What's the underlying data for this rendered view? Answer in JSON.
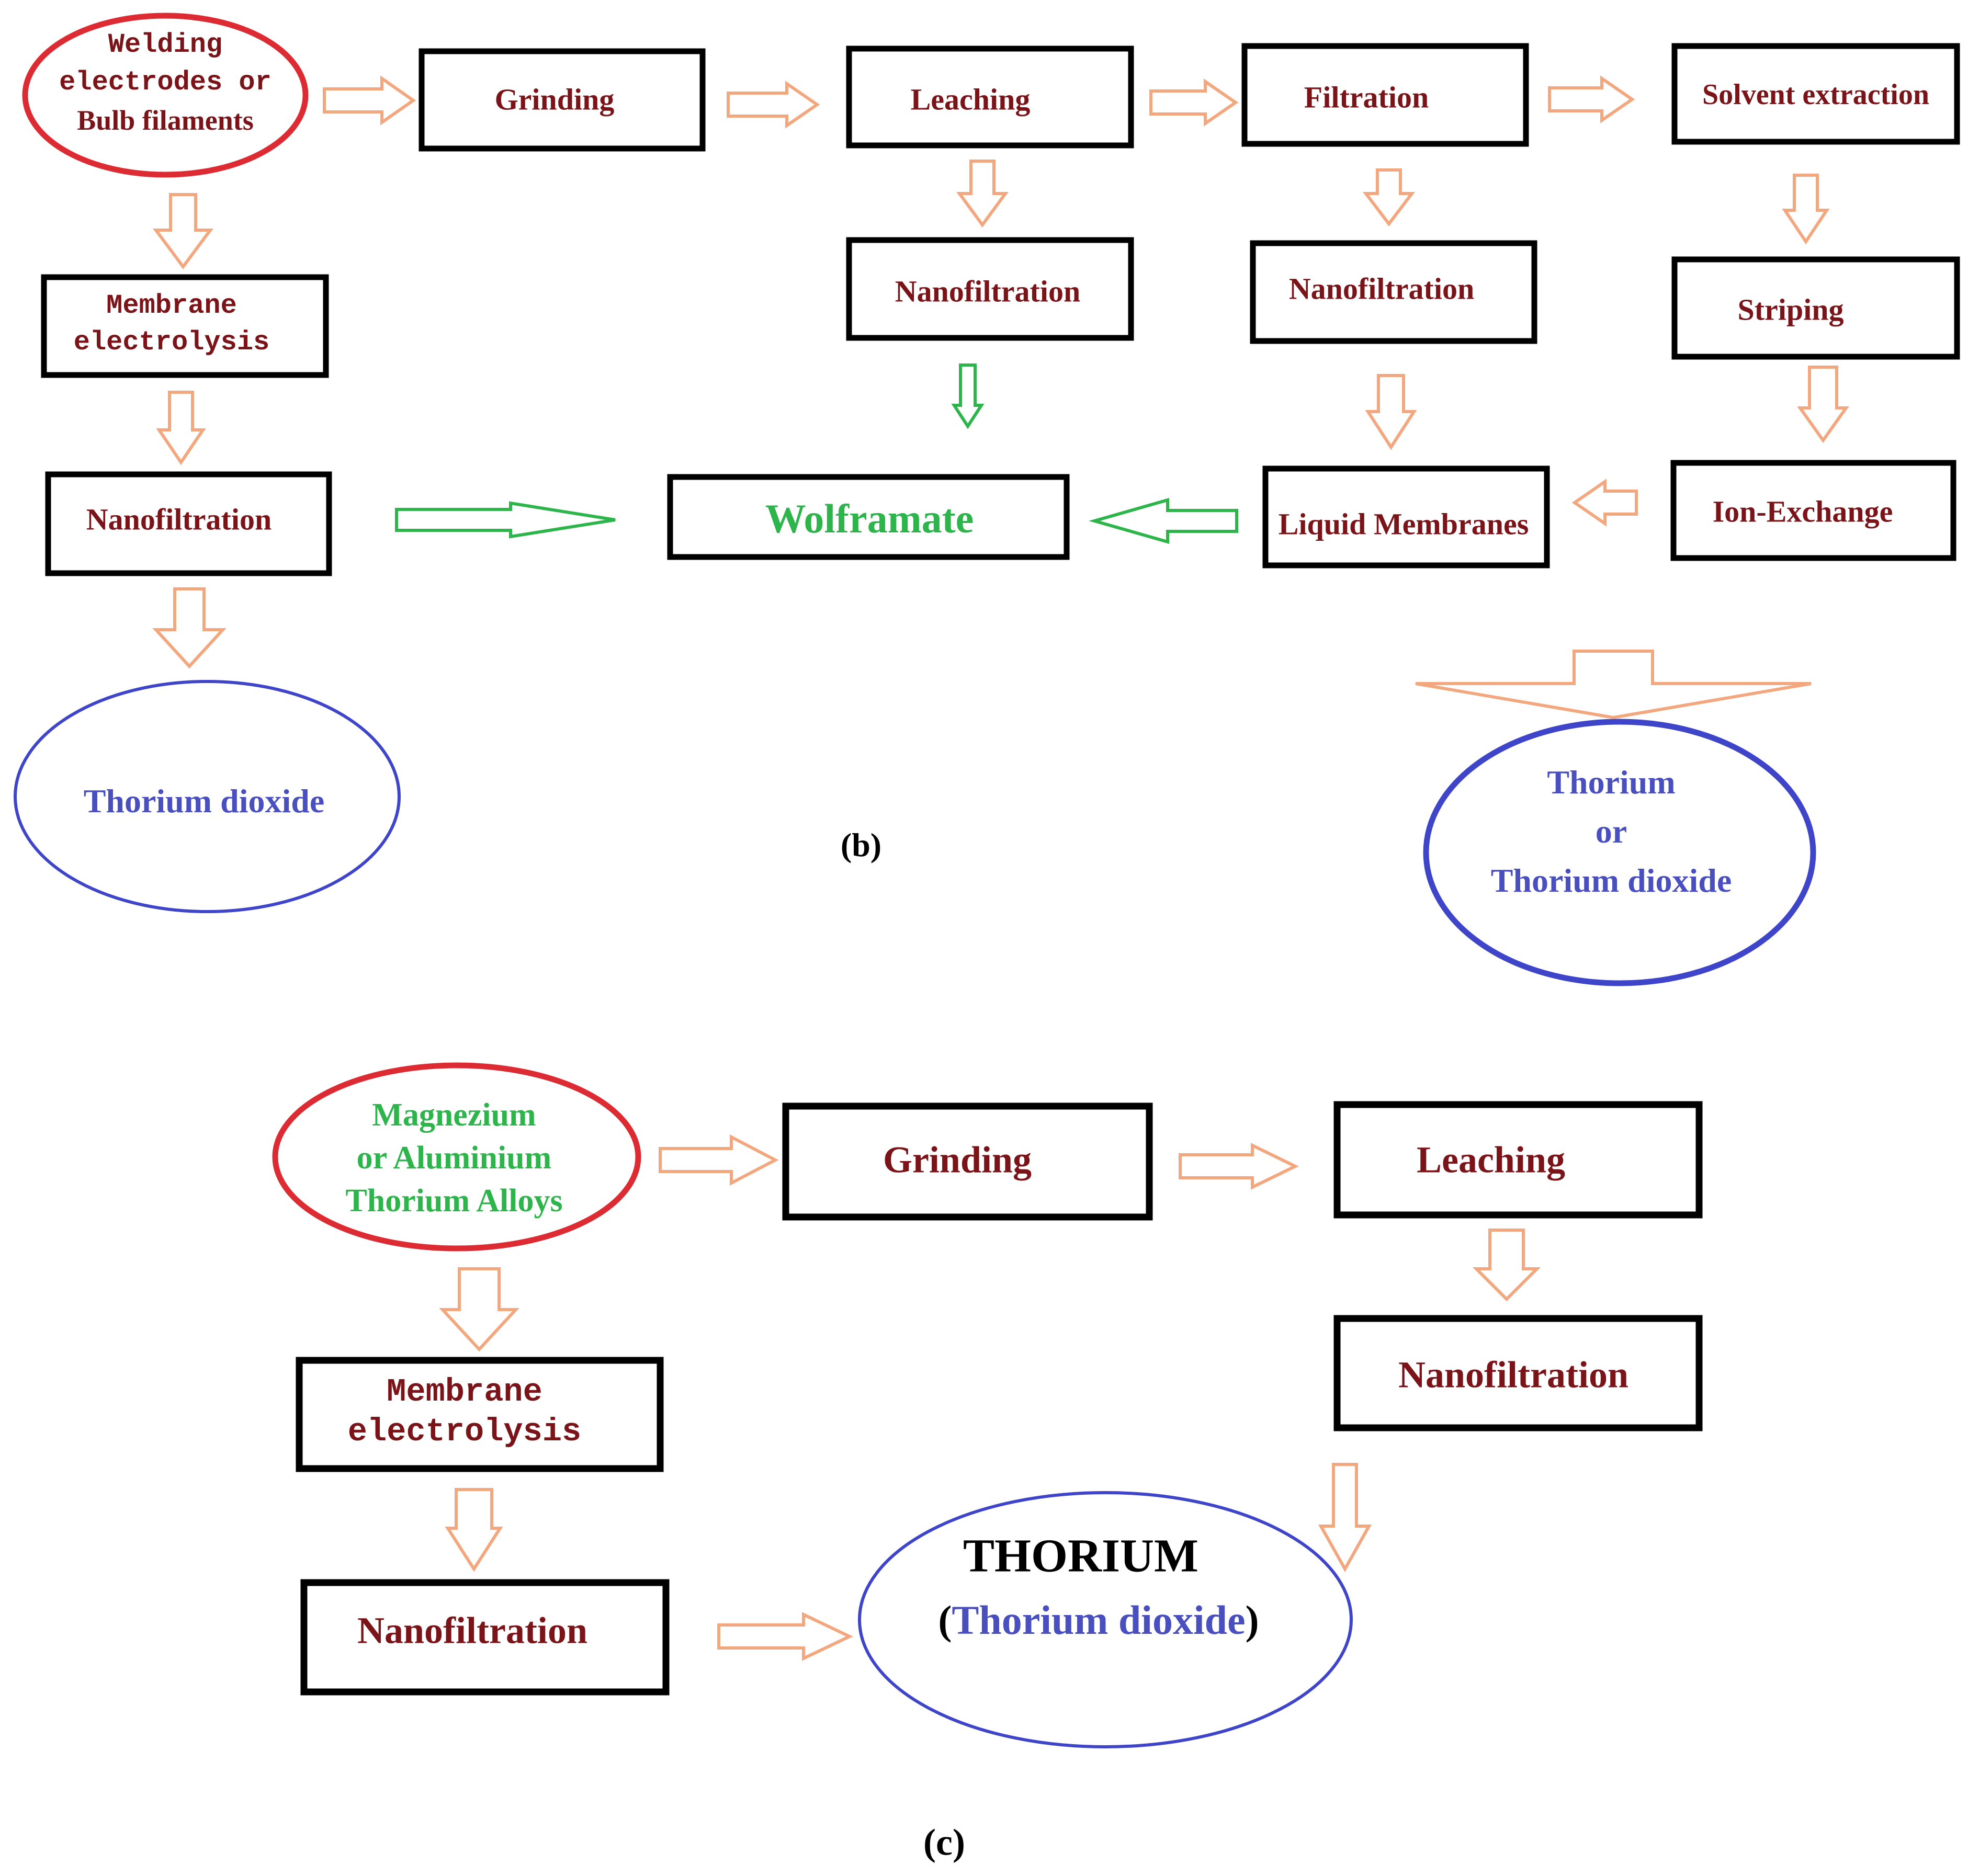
{
  "panel_b": {
    "caption": "(b)",
    "source": [
      "Welding",
      "electrodes or",
      "Bulb filaments"
    ],
    "grinding": "Grinding",
    "leaching": "Leaching",
    "filtration": "Filtration",
    "solvent_extraction": "Solvent extraction",
    "membrane_electrolysis": [
      "Membrane",
      "electrolysis"
    ],
    "nanofiltration_left": "Nanofiltration",
    "nanofiltration_leaching": "Nanofiltration",
    "nanofiltration_filtration": "Nanofiltration",
    "striping": "Striping",
    "ion_exchange": "Ion-Exchange",
    "liquid_membranes": "Liquid Membranes",
    "wolframate": "Wolframate",
    "thorium_dioxide": "Thorium dioxide",
    "thorium_or_dioxide": [
      "Thorium",
      "or",
      "Thorium dioxide"
    ]
  },
  "panel_c": {
    "caption": "(c)",
    "source": [
      "Magnezium",
      "or Aluminium",
      "Thorium Alloys"
    ],
    "grinding": "Grinding",
    "leaching": "Leaching",
    "nanofiltration_right": "Nanofiltration",
    "membrane_electrolysis": [
      "Membrane",
      "electrolysis"
    ],
    "nanofiltration_left": "Nanofiltration",
    "thorium": "THORIUM",
    "thorium_dioxide_open": "(",
    "thorium_dioxide": "Thorium dioxide",
    "thorium_dioxide_close": ")"
  },
  "colors": {
    "orange_arrow": "#f2a77e",
    "green_arrow": "#2db54b",
    "red_ellipse": "#dd2b33",
    "blue_ellipse": "#3f45c8",
    "box_border": "#000000",
    "maroon_text": "#7a1418",
    "green_text": "#2db54b",
    "blue_text": "#4a4fc0"
  }
}
